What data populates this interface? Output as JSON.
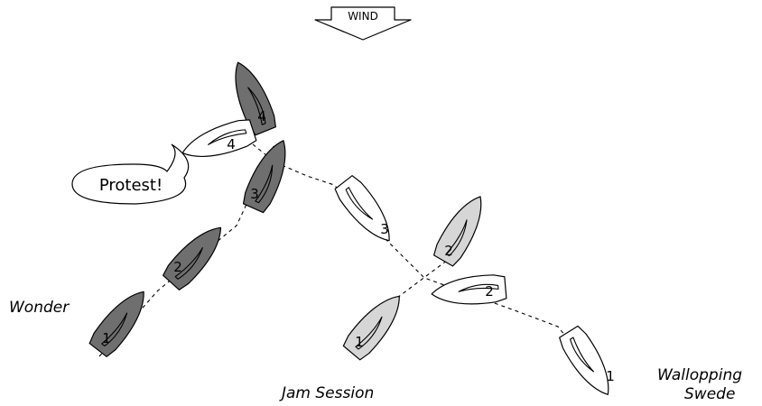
{
  "wind": {
    "label": "WIND"
  },
  "protest": {
    "label": "Protest!"
  },
  "colors": {
    "wonder": "#6f6f6f",
    "jam_session": "#d6d6d6",
    "wallopping_swede": "#ffffff"
  },
  "boats": [
    {
      "name": "Wonder",
      "label_lines": [
        "Wonder"
      ],
      "color": "#6f6f6f",
      "positions": [
        "1",
        "2",
        "3",
        "4"
      ]
    },
    {
      "name": "Jam Session",
      "label_lines": [
        "Jam Session"
      ],
      "color": "#d6d6d6",
      "positions": [
        "1",
        "2"
      ]
    },
    {
      "name": "Wallopping Swede",
      "label_lines": [
        "Wallopping",
        "Swede"
      ],
      "color": "#ffffff",
      "positions": [
        "1",
        "2",
        "3",
        "4"
      ]
    }
  ]
}
